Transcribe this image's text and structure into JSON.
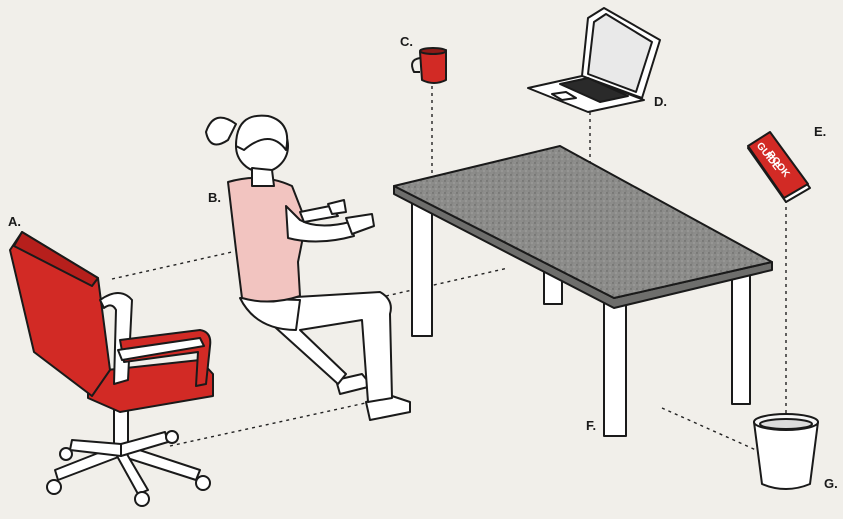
{
  "colors": {
    "accent_red": "#d22a25",
    "pink": "#f2c4c0",
    "table_gray": "#8c8c8a",
    "ink": "#1a1a1a",
    "background": "#f1efea"
  },
  "labels": {
    "a": "A.",
    "b": "B.",
    "c": "C.",
    "d": "D.",
    "e": "E.",
    "f": "F.",
    "g": "G."
  },
  "book": {
    "line1": "GUIDE",
    "line2": "BOOK"
  },
  "icons": [
    "office-chair",
    "seated-person",
    "coffee-mug",
    "laptop",
    "guide-book",
    "desk",
    "trash-bin"
  ]
}
